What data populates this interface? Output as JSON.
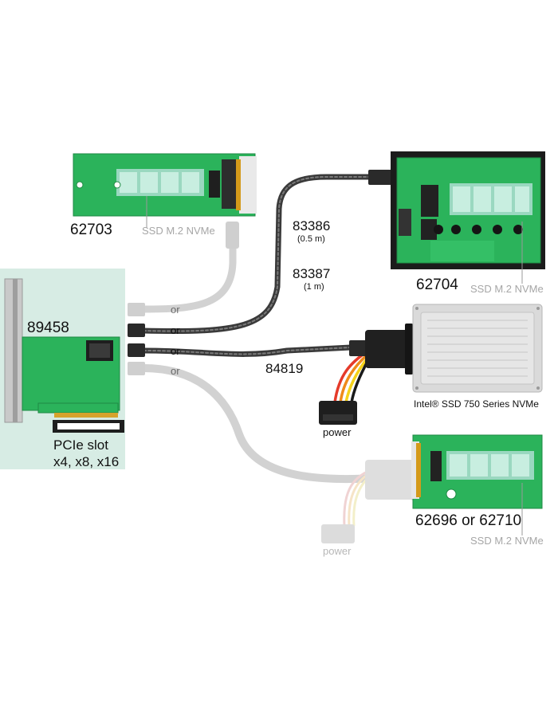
{
  "labels": {
    "top_card_code": "62703",
    "top_card_desc": "SSD M.2 NVMe",
    "host_card_code": "89458",
    "pcie_line1": "PCIe slot",
    "pcie_line2": "x4, x8, x16",
    "cable_83386": "83386",
    "cable_83386_len": "(0.5 m)",
    "cable_83387": "83387",
    "cable_83387_len": "(1 m)",
    "cable_84819": "84819",
    "bay_code": "62704",
    "bay_desc": "SSD M.2 NVMe",
    "intel_desc": "Intel® SSD 750 Series NVMe",
    "power_main": "power",
    "power_faded": "power",
    "bottom_card_code": "62696 or 62710",
    "bottom_card_desc": "SSD M.2 NVMe",
    "or_1": "or",
    "or_2": "or",
    "or_3": "or",
    "or_4": "or"
  },
  "colors": {
    "pcb_green": "#2bb35b",
    "host_panel": "#d7ece4",
    "cable_dark": "#3d3d3d",
    "cable_faded": "#cfcfcf",
    "ssd_silver": "#d9d9d9"
  }
}
